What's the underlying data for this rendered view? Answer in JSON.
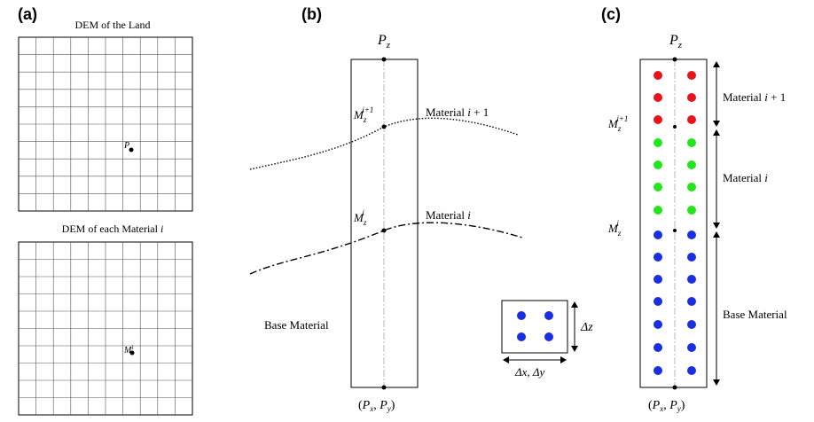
{
  "panel_a": {
    "letter": "(a)",
    "land_title": "DEM of the Land",
    "land_point": "P",
    "material_title": "DEM of each Material i",
    "material_point": "M"
  },
  "panel_b": {
    "letter": "(b)",
    "top": "Pz",
    "bottom": "(Px, Py)",
    "m_upper": "Mz i+1",
    "m_lower": "Mz i",
    "label_upper": "Material i + 1",
    "label_lower": "Material i",
    "base": "Base Material",
    "dz": "Δz",
    "dxdy": "Δx, Δy"
  },
  "panel_c": {
    "letter": "(c)",
    "top": "Pz",
    "bottom": "(Px, Py)",
    "m_upper": "Mz i+1",
    "m_lower": "Mz i",
    "label_upper": "Material i + 1",
    "label_mid": "Material i",
    "base": "Base Material"
  },
  "colors": {
    "red": "#e8141b",
    "green": "#22e51c",
    "blue": "#1a2fe0"
  }
}
